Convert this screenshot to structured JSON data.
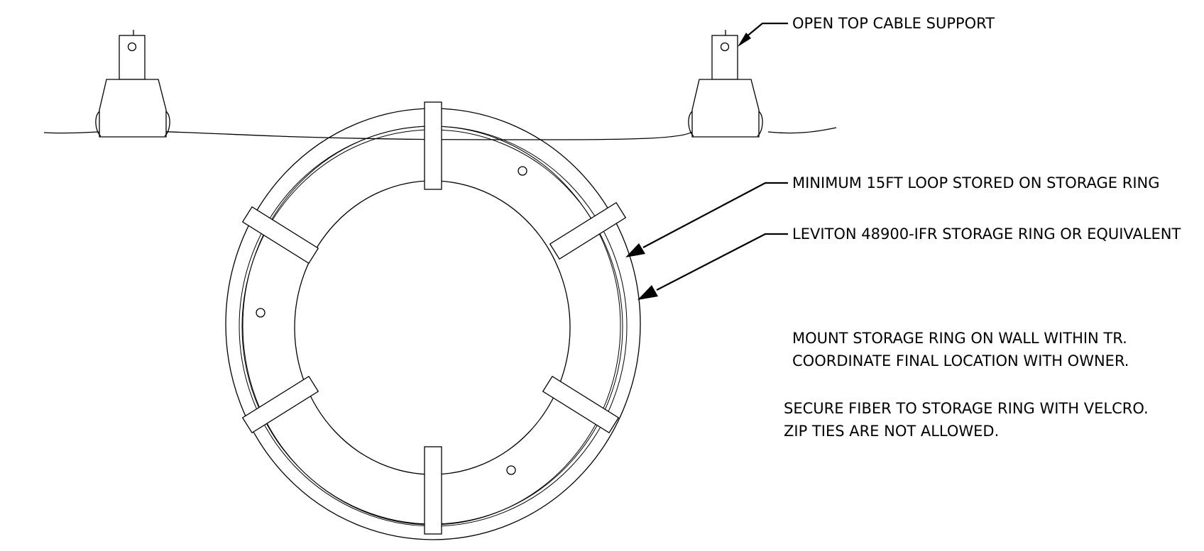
{
  "callouts": {
    "cable_support": "OPEN TOP CABLE SUPPORT",
    "loop": "MINIMUM 15FT LOOP STORED ON STORAGE RING",
    "ring": "LEVITON 48900-IFR STORAGE RING OR EQUIVALENT"
  },
  "notes": {
    "mount_line1": "MOUNT STORAGE RING ON WALL WITHIN TR.",
    "mount_line2": "COORDINATE FINAL LOCATION WITH OWNER.",
    "secure_line1": "SECURE FIBER TO STORAGE RING WITH VELCRO.",
    "secure_line2": "ZIP TIES ARE NOT ALLOWED."
  },
  "colors": {
    "line": "#000000",
    "background": "#ffffff"
  }
}
